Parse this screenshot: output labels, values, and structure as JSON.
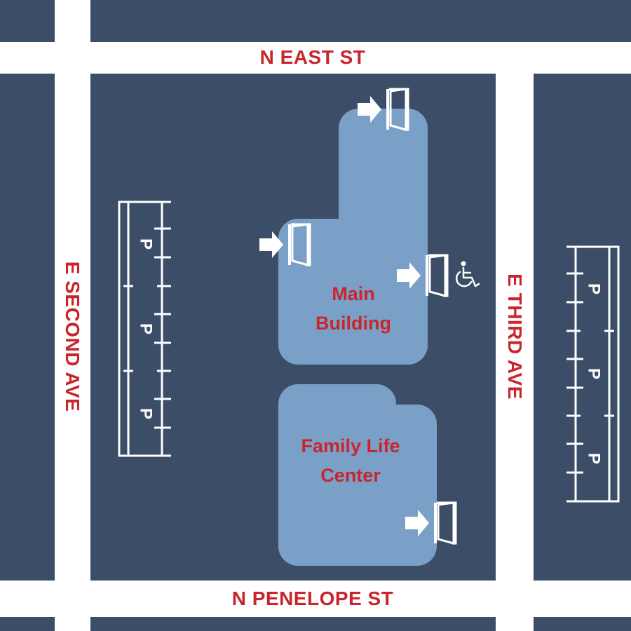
{
  "streets": {
    "north": "N EAST ST",
    "south": "N PENELOPE ST",
    "west": "E SECOND AVE",
    "east": "E THIRD AVE"
  },
  "buildings": {
    "main": {
      "line1": "Main",
      "line2": "Building"
    },
    "family_life": {
      "line1": "Family Life",
      "line2": "Center"
    }
  },
  "parking": {
    "symbol": "P",
    "west_lot_spaces": 3,
    "east_lot_spaces": 3
  },
  "icons": {
    "entrance": "entrance-door-arrow-icon",
    "accessible": "wheelchair-accessible-icon"
  },
  "colors": {
    "block": "#3b4d67",
    "building": "#7aa0c8",
    "street": "#ffffff",
    "label": "#c8262c"
  }
}
